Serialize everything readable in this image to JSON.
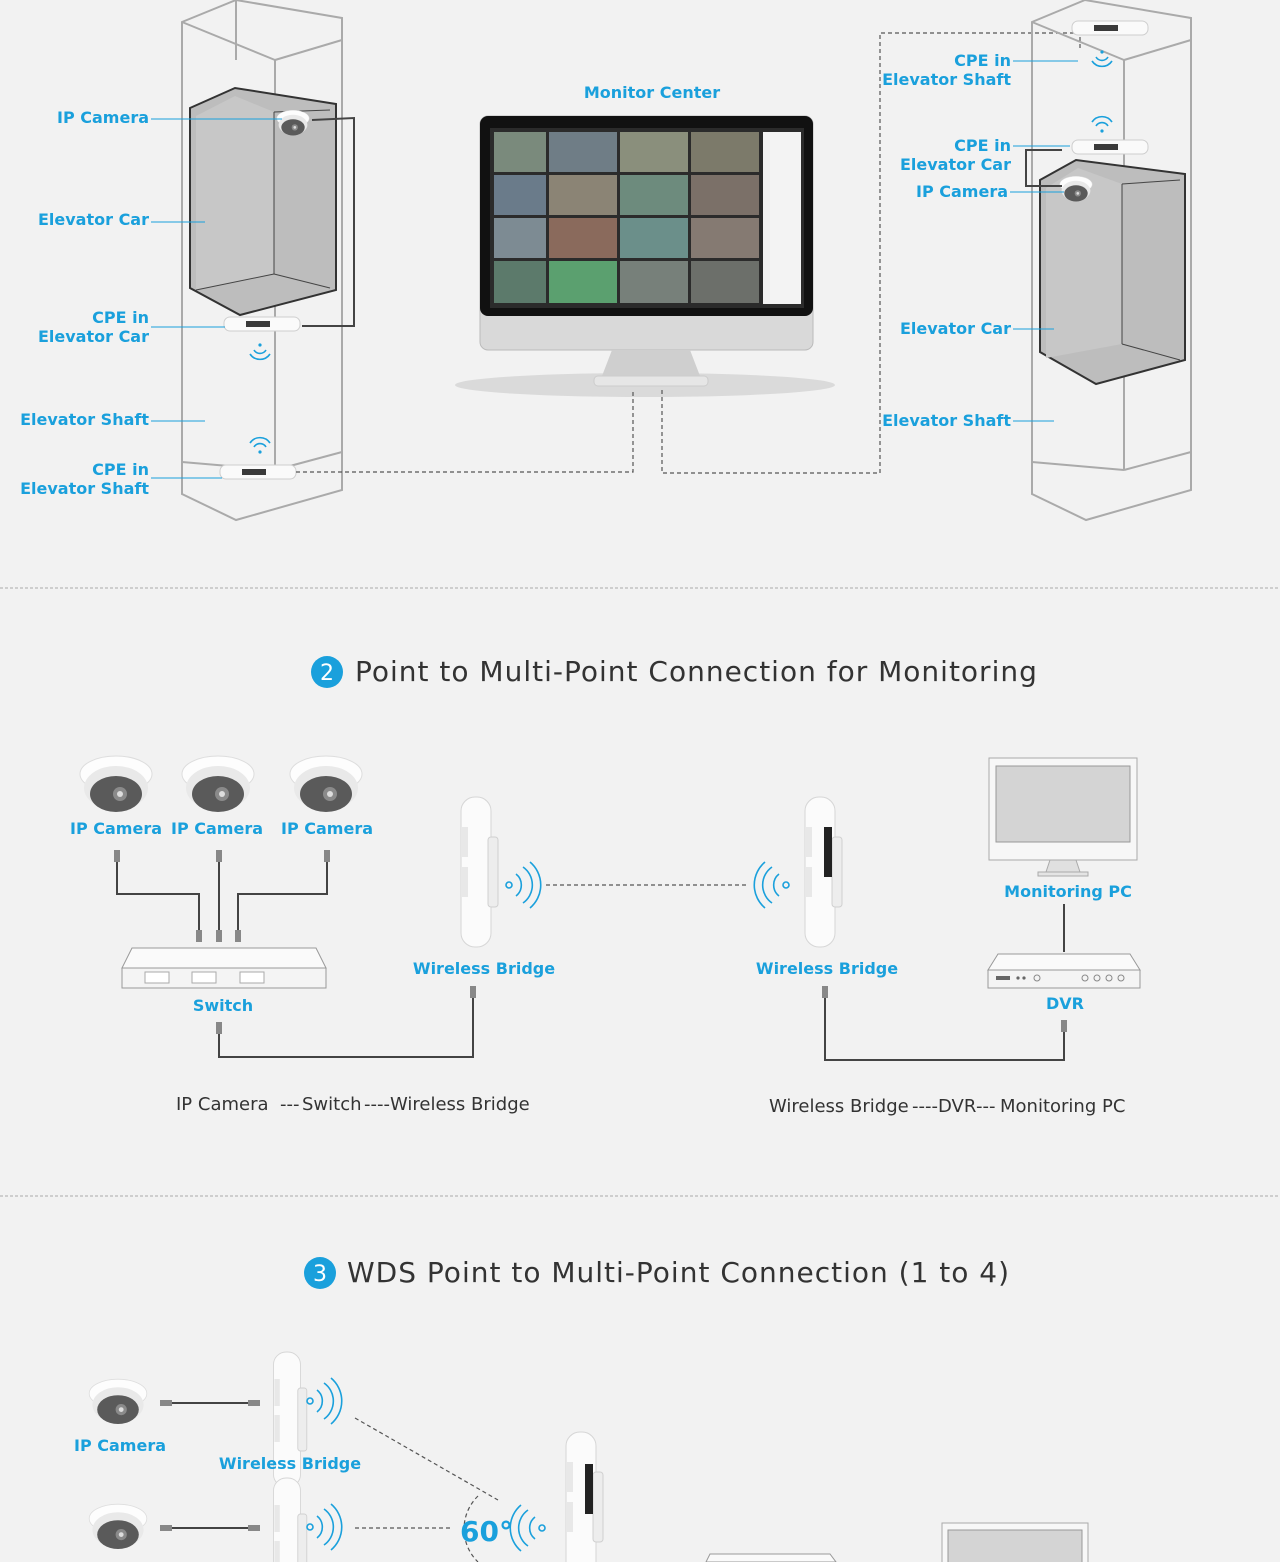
{
  "section1": {
    "monitor_center": "Monitor Center",
    "left_labels": {
      "ip_camera": "IP Camera",
      "elevator_car": "Elevator Car",
      "cpe_car_l1": "CPE in",
      "cpe_car_l2": "Elevator Car",
      "elevator_shaft": "Elevator Shaft",
      "cpe_shaft_l1": "CPE in",
      "cpe_shaft_l2": "Elevator Shaft"
    },
    "right_labels": {
      "cpe_shaft_l1": "CPE in",
      "cpe_shaft_l2": "Elevator Shaft",
      "cpe_car_l1": "CPE in",
      "cpe_car_l2": "Elevator Car",
      "ip_camera": "IP Camera",
      "elevator_car": "Elevator Car",
      "elevator_shaft": "Elevator Shaft"
    }
  },
  "section2": {
    "number": "2",
    "title": "Point to Multi-Point Connection for Monitoring",
    "cameras": [
      "IP Camera",
      "IP Camera",
      "IP Camera"
    ],
    "switch": "Switch",
    "bridge_left": "Wireless Bridge",
    "bridge_right": "Wireless Bridge",
    "monitoring_pc": "Monitoring PC",
    "dvr": "DVR",
    "caption_left": [
      "IP Camera",
      "---",
      "Switch",
      "----",
      "Wireless Bridge"
    ],
    "caption_right": [
      "Wireless Bridge",
      "----",
      "DVR",
      "---",
      "Monitoring PC"
    ]
  },
  "section3": {
    "number": "3",
    "title": "WDS Point to Multi-Point Connection (1 to 4)",
    "camera": "IP Camera",
    "bridge": "Wireless Bridge",
    "angle": "60°"
  },
  "colors": {
    "accent": "#1aa0dc",
    "background": "#f2f2f2",
    "text": "#333333"
  }
}
